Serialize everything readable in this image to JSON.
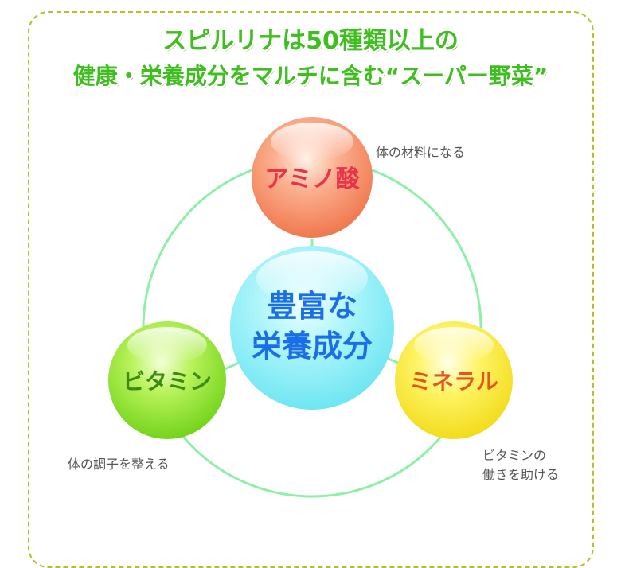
{
  "heading": {
    "line1": "スピルリナは50種類以上の",
    "line2": "健康・栄養成分をマルチに含む“スーパー野菜”"
  },
  "center": {
    "line1": "豊富な",
    "line2": "栄養成分"
  },
  "nodes": [
    {
      "id": "amino",
      "label": "アミノ酸",
      "label_color": "#e8334a",
      "note_lines": [
        "体の材料になる"
      ]
    },
    {
      "id": "vitamin",
      "label": "ビタミン",
      "label_color": "#3c8a12",
      "note_lines": [
        "体の調子を整える"
      ]
    },
    {
      "id": "mineral",
      "label": "ミネラル",
      "label_color": "#e8551c",
      "note_lines": [
        "ビタミンの",
        "働きを助ける"
      ]
    }
  ],
  "colors": {
    "heading_fill": "#3fbf1f",
    "heading_stroke": "#ffffff",
    "heading_shadow": "#6e7e10",
    "ring": "#8ef0a8",
    "center_text": "#1a6fe8",
    "frame": "#b5bf2a"
  }
}
